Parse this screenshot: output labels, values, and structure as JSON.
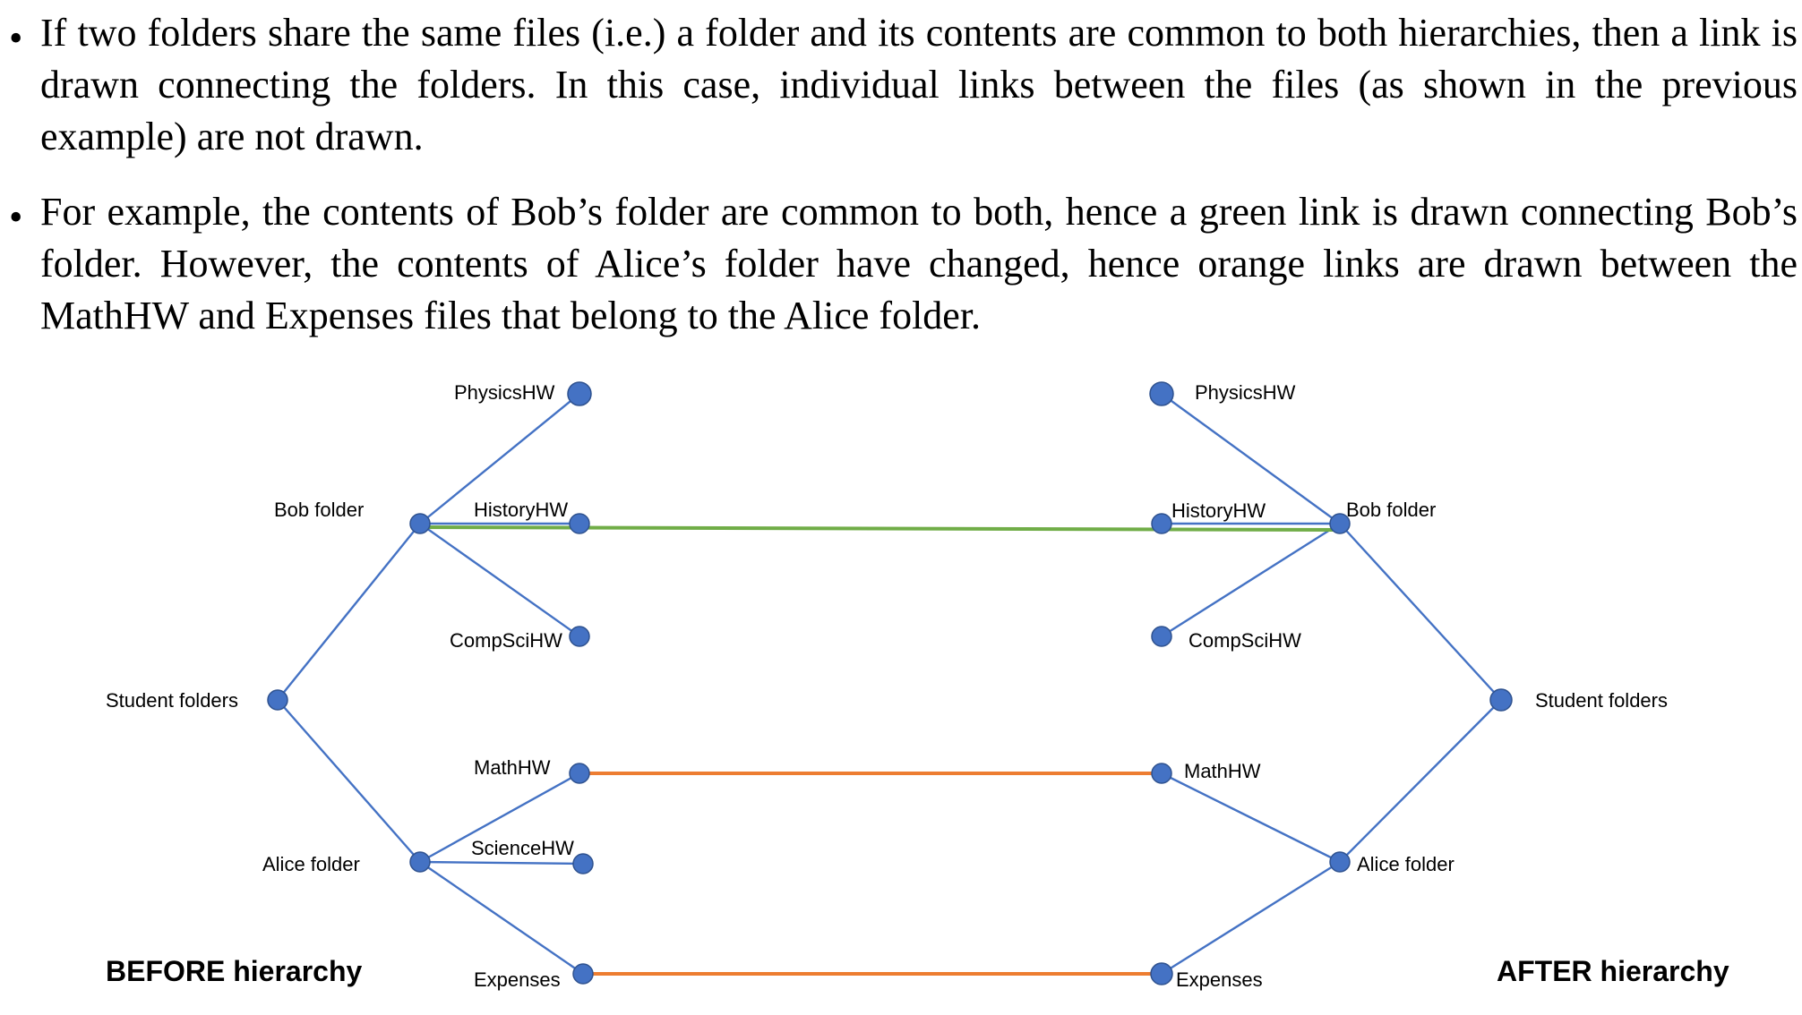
{
  "bullets": [
    "If two folders share the same files (i.e.) a folder and its contents are common to both hierarchies, then a link is drawn connecting the folders. In this case, individual links between the files (as shown in the previous example) are not drawn.",
    "For example, the contents of Bob’s folder are common to both, hence a green link is drawn connecting Bob’s folder. However, the contents of Alice’s folder have changed, hence orange links are drawn between the MathHW and Expenses files that belong to the Alice folder."
  ],
  "before": {
    "heading": "BEFORE hierarchy",
    "root": "Student folders",
    "bob_folder": "Bob folder",
    "alice_folder": "Alice folder",
    "bob_files": [
      "PhysicsHW",
      "HistoryHW",
      "CompSciHW"
    ],
    "alice_files": [
      "MathHW",
      "ScienceHW",
      "Expenses"
    ]
  },
  "after": {
    "heading": "AFTER hierarchy",
    "root": "Student folders",
    "bob_folder": "Bob folder",
    "alice_folder": "Alice folder",
    "bob_files": [
      "PhysicsHW",
      "HistoryHW",
      "CompSciHW"
    ],
    "alice_files": [
      "MathHW",
      "Expenses"
    ]
  },
  "links": [
    {
      "from": "Bob folder",
      "to": "Bob folder",
      "color": "green"
    },
    {
      "from": "MathHW",
      "to": "MathHW",
      "color": "orange"
    },
    {
      "from": "Expenses",
      "to": "Expenses",
      "color": "orange"
    }
  ],
  "colors": {
    "tree_edge": "#4472c4",
    "node": "#4472c4",
    "green_link": "#70ad47",
    "orange_link": "#ed7d31"
  }
}
